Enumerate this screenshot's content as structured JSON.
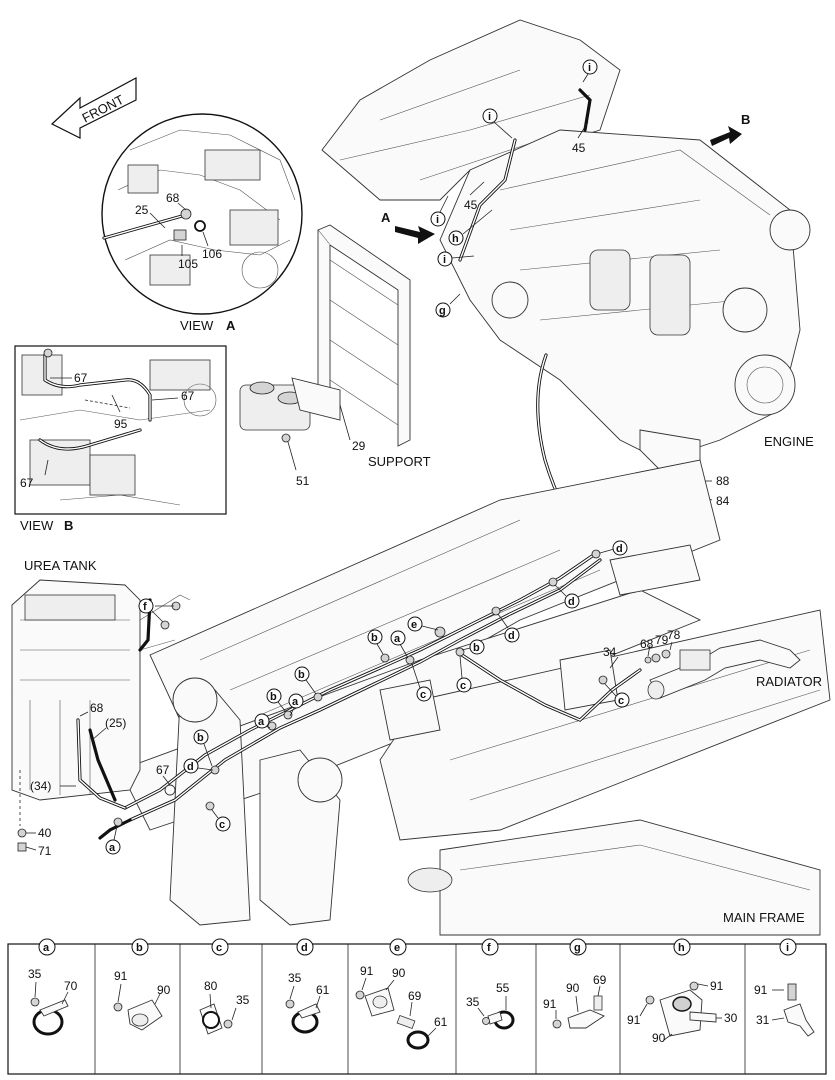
{
  "arrow": {
    "front": "FRONT"
  },
  "labels": {
    "view_a": "VIEW",
    "view_a_letter": "A",
    "view_b": "VIEW",
    "view_b_letter": "B",
    "engine": "ENGINE",
    "support": "SUPPORT",
    "urea_tank": "UREA TANK",
    "radiator": "RADIATOR",
    "main_frame": "MAIN FRAME",
    "arrow_a": "A",
    "arrow_b": "B"
  },
  "callouts": {
    "view_a": [
      "25",
      "68",
      "105",
      "106"
    ],
    "view_b": [
      "67",
      "95",
      "67",
      "67"
    ],
    "support": [
      "29",
      "51"
    ],
    "engine": [
      "45",
      "45",
      "88",
      "84"
    ],
    "lines": [
      "68",
      "79",
      "78",
      "34",
      "68",
      "(25)",
      "(34)",
      "67",
      "40",
      "71"
    ]
  },
  "circle_letters": {
    "a": "a",
    "b": "b",
    "c": "c",
    "d": "d",
    "e": "e",
    "f": "f",
    "g": "g",
    "h": "h",
    "i": "i"
  },
  "detail_panels": [
    {
      "letter": "a",
      "parts": [
        "35",
        "70"
      ]
    },
    {
      "letter": "b",
      "parts": [
        "91",
        "90"
      ]
    },
    {
      "letter": "c",
      "parts": [
        "80",
        "35"
      ]
    },
    {
      "letter": "d",
      "parts": [
        "35",
        "61"
      ]
    },
    {
      "letter": "e",
      "parts": [
        "91",
        "90",
        "69",
        "61"
      ]
    },
    {
      "letter": "f",
      "parts": [
        "35",
        "55"
      ]
    },
    {
      "letter": "g",
      "parts": [
        "91",
        "90",
        "69"
      ]
    },
    {
      "letter": "h",
      "parts": [
        "91",
        "91",
        "30",
        "90"
      ]
    },
    {
      "letter": "i",
      "parts": [
        "91",
        "31"
      ]
    }
  ]
}
